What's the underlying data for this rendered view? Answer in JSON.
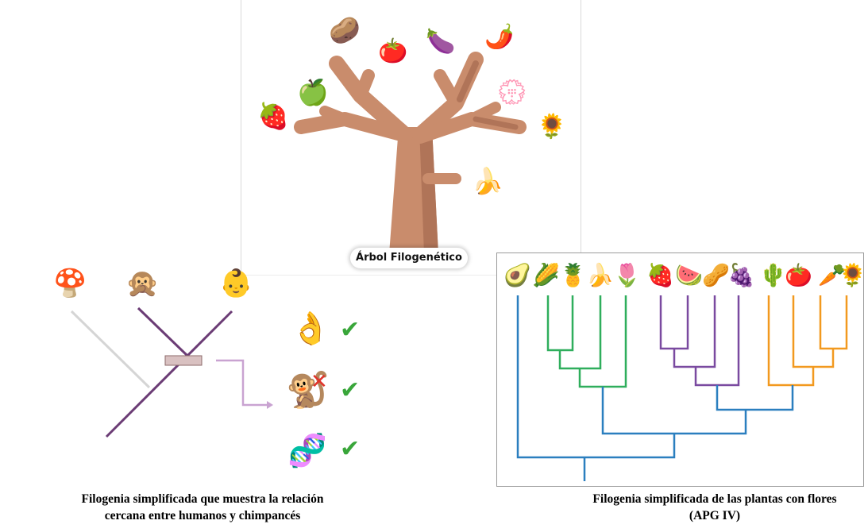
{
  "tree_panel": {
    "label": "Árbol Filogenético",
    "emoji": [
      {
        "name": "potato-icon",
        "char": "🥔"
      },
      {
        "name": "tomato-icon",
        "char": "🍅"
      },
      {
        "name": "eggplant-icon",
        "char": "🍆"
      },
      {
        "name": "hot-pepper-icon",
        "char": "🌶️"
      },
      {
        "name": "green-apple-icon",
        "char": "🍏"
      },
      {
        "name": "white-flower-icon",
        "char": "💮"
      },
      {
        "name": "strawberry-icon",
        "char": "🍓"
      },
      {
        "name": "sunflower-icon",
        "char": "🌻"
      },
      {
        "name": "banana-icon",
        "char": "🍌"
      }
    ],
    "colors": {
      "trunk": "#c98c6c",
      "shade": "#b07458"
    }
  },
  "human_chimp": {
    "taxa": [
      {
        "name": "mushroom-icon",
        "char": "🍄"
      },
      {
        "name": "monkey-icon",
        "char": "🙊"
      },
      {
        "name": "baby-icon",
        "char": "👶"
      }
    ],
    "traits": [
      {
        "name": "ok-hand-icon",
        "char": "👌"
      },
      {
        "name": "chimp-with-x-icon",
        "char": "🐒"
      },
      {
        "name": "dna-icon",
        "char": "🧬"
      }
    ],
    "check_char": "✔",
    "caption_line1": "Filogenia simplificada que muestra la relación",
    "caption_line2": "cercana entre humanos y chimpancés",
    "colors": {
      "purple": "#6b3c75",
      "gray": "#d5d5d5",
      "arrow": "#c9a3d1",
      "box": "#d9c1c1",
      "check": "#39a63a"
    }
  },
  "apg": {
    "taxa": [
      {
        "name": "avocado-icon",
        "char": "🥑"
      },
      {
        "name": "corn-icon",
        "char": "🌽"
      },
      {
        "name": "pineapple-icon",
        "char": "🍍"
      },
      {
        "name": "banana-icon",
        "char": "🍌"
      },
      {
        "name": "tulip-icon",
        "char": "🌷"
      },
      {
        "name": "strawberry-icon",
        "char": "🍓"
      },
      {
        "name": "watermelon-icon",
        "char": "🍉"
      },
      {
        "name": "peanut-icon",
        "char": "🥜"
      },
      {
        "name": "grapes-icon",
        "char": "🍇"
      },
      {
        "name": "cactus-icon",
        "char": "🌵"
      },
      {
        "name": "tomato-icon",
        "char": "🍅"
      },
      {
        "name": "carrot-icon",
        "char": "🥕"
      },
      {
        "name": "sunflower-icon",
        "char": "🌻"
      }
    ],
    "colors": {
      "blue": "#2b7fbf",
      "green": "#2fae5c",
      "purple": "#7a4aa0",
      "orange": "#f2991f"
    },
    "caption_line1": "Filogenia simplificada de las plantas con flores",
    "caption_line2": "(APG IV)"
  }
}
